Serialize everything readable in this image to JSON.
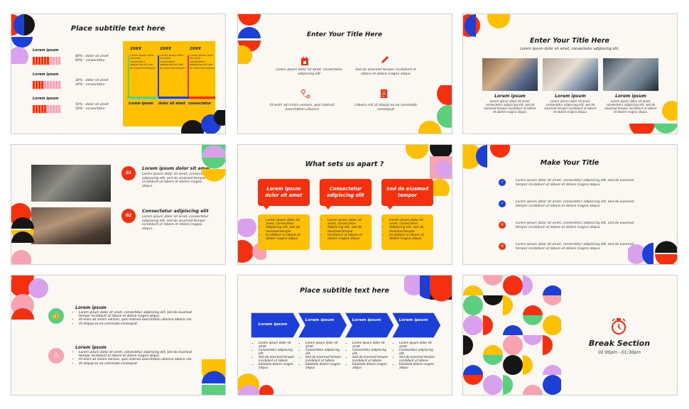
{
  "colors": {
    "red": "#f4300f",
    "yellow": "#ffc000",
    "blue": "#1c3fd8",
    "green": "#5ccf7e",
    "pink": "#f7a3b1",
    "purple": "#d9a1ec",
    "black": "#161616",
    "cream": "#fbf8f3"
  },
  "slide1": {
    "title": "Place subtitle text here",
    "rows": [
      {
        "label": "Lorem ipsum",
        "p1": "40% : dolor sit amet",
        "p2": "60% : consectetur",
        "filled": 6
      },
      {
        "label": "Lorem ipsum",
        "p1": "30% : dolor sit amet",
        "p2": "20% : consectetur",
        "filled": 4
      },
      {
        "label": "Lorem ipsum",
        "p1": "50% : dolor sit amet",
        "p2": "50% : consectetur",
        "filled": 5
      }
    ],
    "timeline": [
      {
        "year": "20XX",
        "text": "Lorem ipsum dolor sit amet, consectetur adipiscing elit sed do eiusmod tempor",
        "label": "Lorem ipsum"
      },
      {
        "year": "20XX",
        "text": "Lorem ipsum dolor sit amet, consectetur adipiscing elit sed do eiusmod tempor",
        "label": "dolor sit amet"
      },
      {
        "year": "20XX",
        "text": "Lorem ipsum dolor sit amet, consectetur adipiscing elit sed do eiusmod tempor",
        "label": "consectetur"
      }
    ]
  },
  "slide2": {
    "title": "Enter Your Title Here",
    "items": [
      {
        "icon": "calendar-icon",
        "text": "Lorem ipsum dolor sit amet, consectetur adipiscing elit"
      },
      {
        "icon": "pencil-icon",
        "text": "Sed do eiusmod tempor incididunt ut labore et dolore magna aliqua"
      },
      {
        "icon": "route-icon",
        "text": "Ut enim ad minim veniam, quis nostrud exercitation ullamco"
      },
      {
        "icon": "document-icon",
        "text": "Laboris nisi ut aliquip ex ea commodo consequat"
      }
    ]
  },
  "slide3": {
    "title": "Enter Your Title Here",
    "subtitle": "Lorem ipsum dolor sit amet, consectetur adipiscing elit.",
    "cards": [
      {
        "label": "Lorem ipsum",
        "text": "Lorem ipsum dolor sit amet, consectetur adipiscing elit, sed do eiusmod tempor incididunt ut labore et dolore magna aliqua."
      },
      {
        "label": "Lorem ipsum",
        "text": "Lorem ipsum dolor sit amet, consectetur adipiscing elit, sed do eiusmod tempor incididunt ut labore et dolore magna aliqua."
      },
      {
        "label": "Lorem ipsum",
        "text": "Lorem ipsum dolor sit amet, consectetur adipiscing elit, sed do eiusmod tempor incididunt ut labore et dolore magna aliqua."
      }
    ]
  },
  "slide4": {
    "items": [
      {
        "num": "01",
        "title": "Lorem ipsum dolor sit amet",
        "text": "Lorem ipsum dolor sit amet, consectetur adipiscing elit, sed do eiusmod tempor incididunt ut labore et dolore magna aliqua."
      },
      {
        "num": "02",
        "title": "Consectetur adipiscing elit",
        "text": "Lorem ipsum dolor sit amet, consectetur adipiscing elit, sed do eiusmod tempor incididunt ut labore et dolore magna aliqua."
      }
    ]
  },
  "slide5": {
    "title": "What sets us apart ?",
    "boxes": [
      {
        "head": "Lorem ipsum dolor sit amet",
        "bullets": [
          "Lorem ipsum dolor sit amet, consectetur",
          "Adipiscing elit, sed do eiusmod tempor",
          "Incididunt ut labore et dolore magna aliqua"
        ]
      },
      {
        "head": "Consectetur adipiscing elit",
        "bullets": [
          "Lorem ipsum dolor sit amet, consectetur",
          "Adipiscing elit, sed do eiusmod tempor",
          "Incididunt ut labore et dolore magna aliqua"
        ]
      },
      {
        "head": "Sed do eiusmod tempor",
        "bullets": [
          "Lorem ipsum dolor sit amet, consectetur",
          "Adipiscing elit, sed do eiusmod tempor",
          "Incididunt ut labore et dolore magna aliqua"
        ]
      }
    ]
  },
  "slide6": {
    "title": "Make Your Title",
    "rows": [
      {
        "status": "check",
        "text": "Lorem ipsum dolor sit amet, consectetur adipiscing elit, sed do eiusmod tempor incididunt ut labore et dolore magna aliqua."
      },
      {
        "status": "check",
        "text": "Lorem ipsum dolor sit amet, consectetur adipiscing elit, sed do eiusmod tempor incididunt ut labore et dolore magna aliqua."
      },
      {
        "status": "cross",
        "text": "Lorem ipsum dolor sit amet, consectetur adipiscing elit, sed do eiusmod tempor incididunt ut labore et dolore magna aliqua."
      },
      {
        "status": "cross",
        "text": "Lorem ipsum dolor sit amet, consectetur adipiscing elit, sed do eiusmod tempor incididunt ut labore et dolore magna aliqua."
      }
    ]
  },
  "slide7": {
    "items": [
      {
        "title": "Lorem ipsum",
        "bullets": [
          "Lorem ipsum dolor sit amet, consectetur adipiscing elit, sed do eiusmod tempor incididunt ut labore et dolore magna aliqua.",
          "Ut enim ad minim veniam, quis nostrud exercitation ullamco laboris nisi.",
          "Ut aliquip ex ea commodo consequat."
        ]
      },
      {
        "title": "Lorem ipsum",
        "bullets": [
          "Lorem ipsum dolor sit amet, consectetur adipiscing elit, sed do eiusmod tempor incididunt ut labore et dolore magna aliqua.",
          "Ut enim ad minim veniam, quis nostrud exercitation ullamco laboris nisi.",
          "Ut aliquip ex ea commodo consequat."
        ]
      }
    ]
  },
  "slide8": {
    "title": "Place subtitle text here",
    "steps": [
      {
        "label": "Lorem ipsum",
        "bullets": [
          "Lorem ipsum dolor sit amet",
          "Consectetur adipiscing elit",
          "Sed do eiusmod tempor incididunt ut labore",
          "Edadada dolore magna aliqua"
        ]
      },
      {
        "label": "Lorem ipsum",
        "bullets": [
          "Lorem ipsum dolor sit amet",
          "Consectetur adipiscing elit",
          "Sed do eiusmod tempor incididunt ut labore",
          "Edadada dolore magna aliqua"
        ]
      },
      {
        "label": "Lorem ipsum",
        "bullets": [
          "Lorem ipsum dolor sit amet",
          "Consectetur adipiscing elit",
          "Sed do eiusmod tempor incididunt ut labore",
          "Edadada dolore magna aliqua"
        ]
      },
      {
        "label": "Lorem ipsum",
        "bullets": [
          "Lorem ipsum dolor sit amet",
          "Consectetur adipiscing elit",
          "Sed do eiusmod tempor incididunt ut labore",
          "Edadada dolore magna aliqua"
        ]
      }
    ]
  },
  "slide9": {
    "title": "Break Section",
    "time": "01:00pm - 01:30pm"
  }
}
